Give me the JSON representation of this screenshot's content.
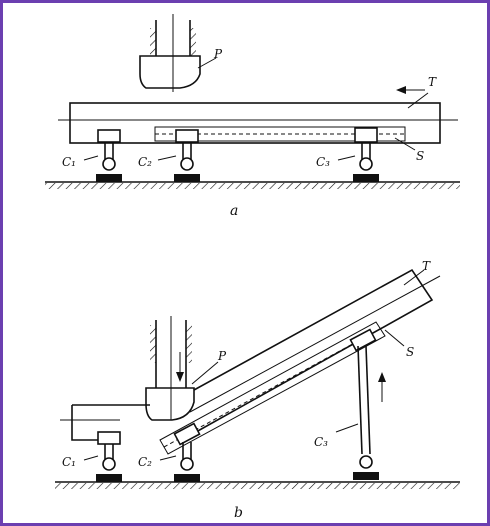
{
  "diagram": {
    "a": {
      "caption": "a",
      "labels": {
        "press": "P",
        "trolley": "T",
        "slide": "S",
        "support1": "C₁",
        "support2": "C₂",
        "support3": "C₃"
      }
    },
    "b": {
      "caption": "b",
      "labels": {
        "press": "P",
        "trolley": "T",
        "slide": "S",
        "support1": "C₁",
        "support2": "C₂",
        "support3": "C₃"
      }
    }
  },
  "colors": {
    "frame": "#6b3fb0",
    "ink": "#111111",
    "background": "#ffffff"
  }
}
